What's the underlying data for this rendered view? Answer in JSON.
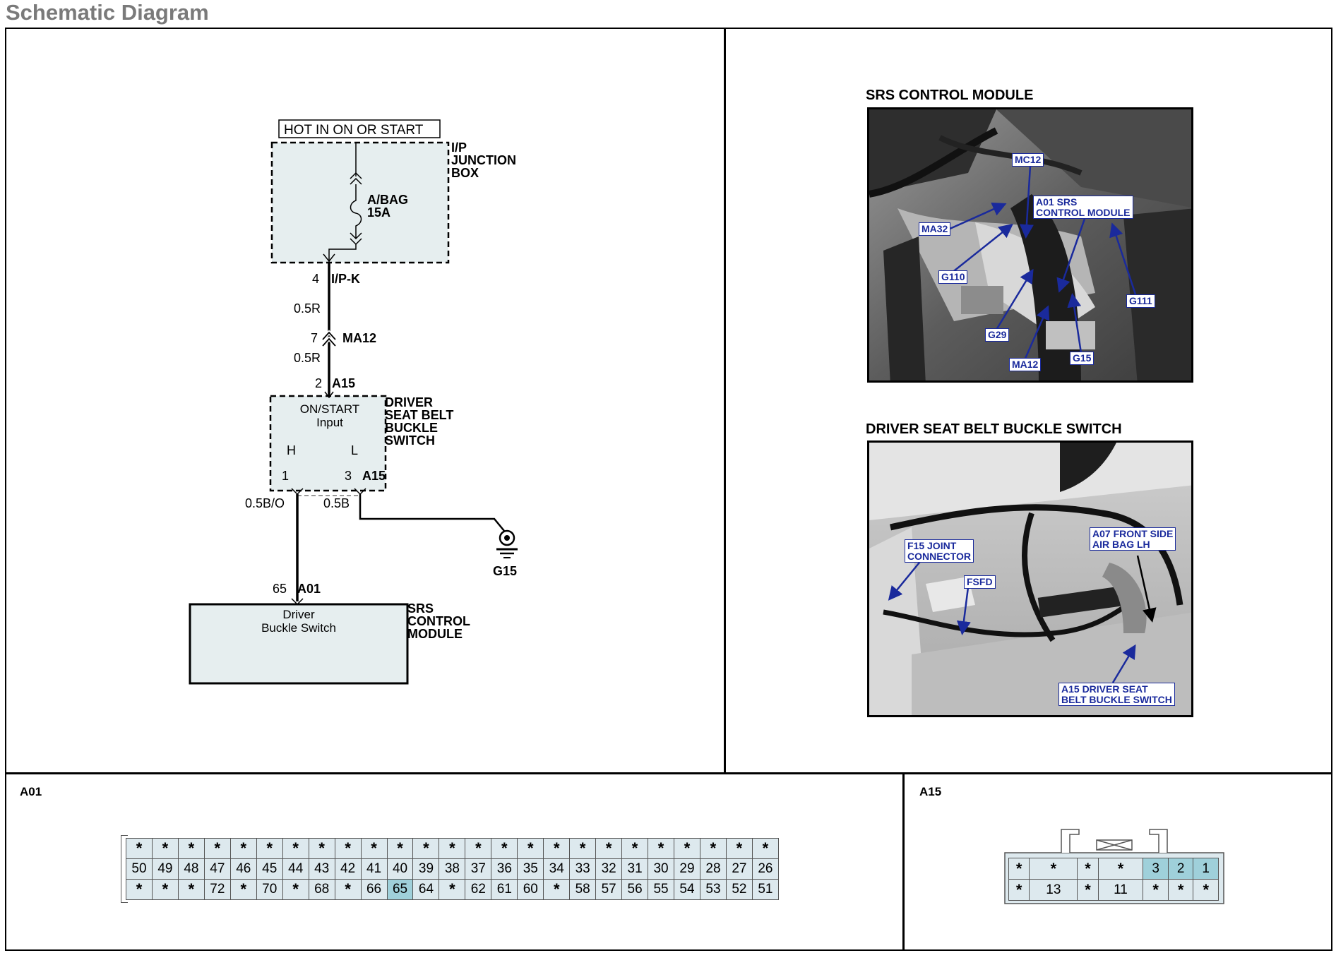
{
  "page_title": "Schematic Diagram",
  "schematic": {
    "power_label": "HOT IN ON OR START",
    "junction_box_label": "I/P\nJUNCTION\nBOX",
    "fuse_label": "A/BAG\n15A",
    "pin_4": "4",
    "conn_ipk": "I/P-K",
    "wire_05r_a": "0.5R",
    "pin_7": "7",
    "conn_ma12": "MA12",
    "wire_05r_b": "0.5R",
    "pin_2": "2",
    "conn_a15_top": "A15",
    "switch_inner": "ON/START\nInput",
    "switch_h": "H",
    "switch_l": "L",
    "switch_label": "DRIVER\nSEAT BELT\nBUCKLE\nSWITCH",
    "pin_1": "1",
    "pin_3": "3",
    "conn_a15_bottom": "A15",
    "wire_05bo": "0.5B/O",
    "wire_05b": "0.5B",
    "ground_label": "G15",
    "pin_65": "65",
    "conn_a01": "A01",
    "module_inner": "Driver\nBuckle Switch",
    "module_label": "SRS\nCONTROL\nMODULE"
  },
  "photos": {
    "srs": {
      "title": "SRS CONTROL MODULE",
      "tags": {
        "mc12": "MC12",
        "a01": "A01 SRS\nCONTROL MODULE",
        "ma32": "MA32",
        "g110": "G110",
        "g111": "G111",
        "g29": "G29",
        "ma12": "MA12",
        "g15": "G15"
      }
    },
    "buckle": {
      "title": "DRIVER SEAT BELT BUCKLE SWITCH",
      "tags": {
        "f15": "F15 JOINT\nCONNECTOR",
        "a07": "A07 FRONT SIDE\nAIR BAG LH",
        "fsfd": "FSFD",
        "a15": "A15 DRIVER SEAT\nBELT BUCKLE SWITCH"
      }
    }
  },
  "connectors": {
    "a01": {
      "title": "A01",
      "rows": [
        [
          "*",
          "*",
          "*",
          "*",
          "*",
          "*",
          "*",
          "*",
          "*",
          "*",
          "*",
          "*",
          "*",
          "*",
          "*",
          "*",
          "*",
          "*",
          "*",
          "*",
          "*",
          "*",
          "*",
          "*",
          "*"
        ],
        [
          "50",
          "49",
          "48",
          "47",
          "46",
          "45",
          "44",
          "43",
          "42",
          "41",
          "40",
          "39",
          "38",
          "37",
          "36",
          "35",
          "34",
          "33",
          "32",
          "31",
          "30",
          "29",
          "28",
          "27",
          "26"
        ],
        [
          "*",
          "*",
          "*",
          "72",
          "*",
          "70",
          "*",
          "68",
          "*",
          "66",
          "65",
          "64",
          "*",
          "62",
          "61",
          "60",
          "*",
          "58",
          "57",
          "56",
          "55",
          "54",
          "53",
          "52",
          "51"
        ]
      ],
      "highlighted": [
        "65"
      ]
    },
    "a15": {
      "title": "A15",
      "rows": [
        [
          "*",
          "*",
          "*",
          "*",
          "3",
          "2",
          "1"
        ],
        [
          "*",
          "13",
          "*",
          "11",
          "*",
          "*",
          "*"
        ]
      ],
      "highlighted": [
        "3",
        "2",
        "1"
      ]
    }
  },
  "colors": {
    "box_fill": "#e6eeef",
    "pin_fill": "#dde9ee",
    "highlight": "#9fd0da",
    "arrow_blue": "#1a2a9c",
    "title_gray": "#7a7a7a"
  }
}
